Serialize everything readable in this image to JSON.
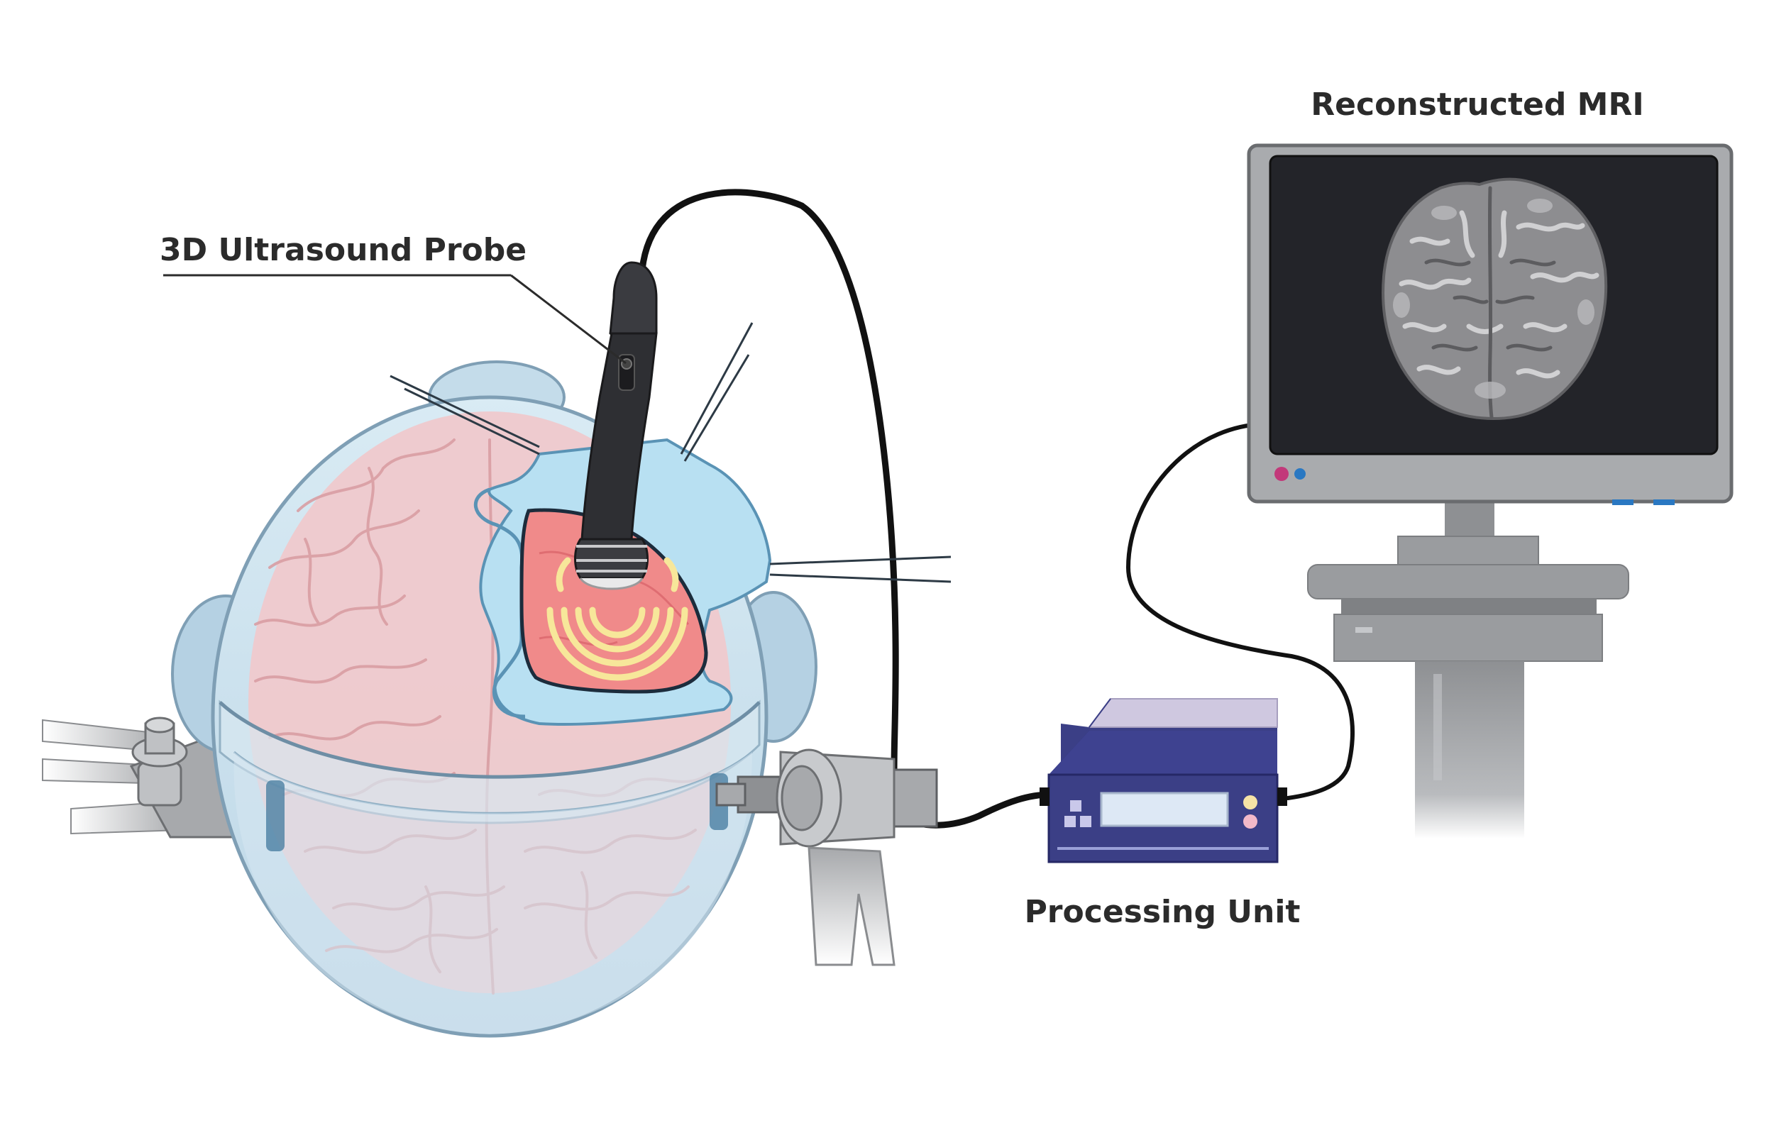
{
  "labels": {
    "probe": "3D Ultrasound Probe",
    "monitor": "Reconstructed MRI",
    "processor": "Processing Unit"
  },
  "colors": {
    "background": "#ffffff",
    "skull_fill": "#cfe3ee",
    "skull_outline": "#7f9fb5",
    "brain_pink": "#efc9cc",
    "brain_gyri": "#d99ea3",
    "drape_blue": "#b8e0f2",
    "drape_outline": "#5a93b5",
    "craniotomy_red": "#f08a8a",
    "wave_yellow": "#f7e79a",
    "probe_dark": "#2e2f33",
    "cable": "#111111",
    "clamp_grey": "#a7a9ac",
    "processor_purple": "#3b3f86",
    "processor_top": "#cfc8e0",
    "processor_screen": "#dde8f5",
    "monitor_frame": "#9a9c9f",
    "monitor_screen": "#232429",
    "mri_grey": "#8d8d90",
    "stand_grey": "#8e9093",
    "led_pink": "#c2397a",
    "led_blue": "#2a78c2"
  },
  "icons": [
    "ultrasound-probe-icon",
    "brain-icon",
    "processing-unit-icon",
    "monitor-icon",
    "mri-brain-icon"
  ]
}
